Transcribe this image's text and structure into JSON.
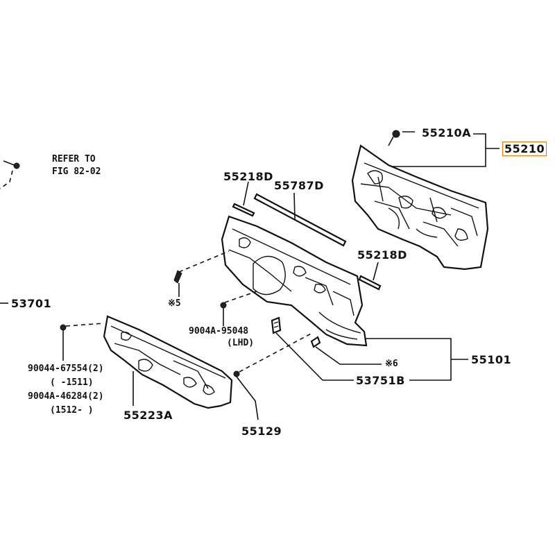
{
  "labels": {
    "p55210a": "55210A",
    "p55210": "55210",
    "refer_line1": "REFER TO",
    "refer_line2": "FIG 82-02",
    "p55218d_top": "55218D",
    "p55787d": "55787D",
    "p55218d_right": "55218D",
    "p53701": "53701",
    "note5": "※5",
    "bolt_9004a_95048": "9004A-95048",
    "lhd": "(LHD)",
    "p55101": "55101",
    "note6": "※6",
    "p53751b": "53751B",
    "bolt_90044_67554": "90044-67554(2)",
    "range_1511": "(     -1511)",
    "bolt_9004a_46284": "9004A-46284(2)",
    "range_1512": "(1512-     )",
    "p55223a": "55223A",
    "p55129": "55129"
  },
  "highlight_color": "#e07a00"
}
